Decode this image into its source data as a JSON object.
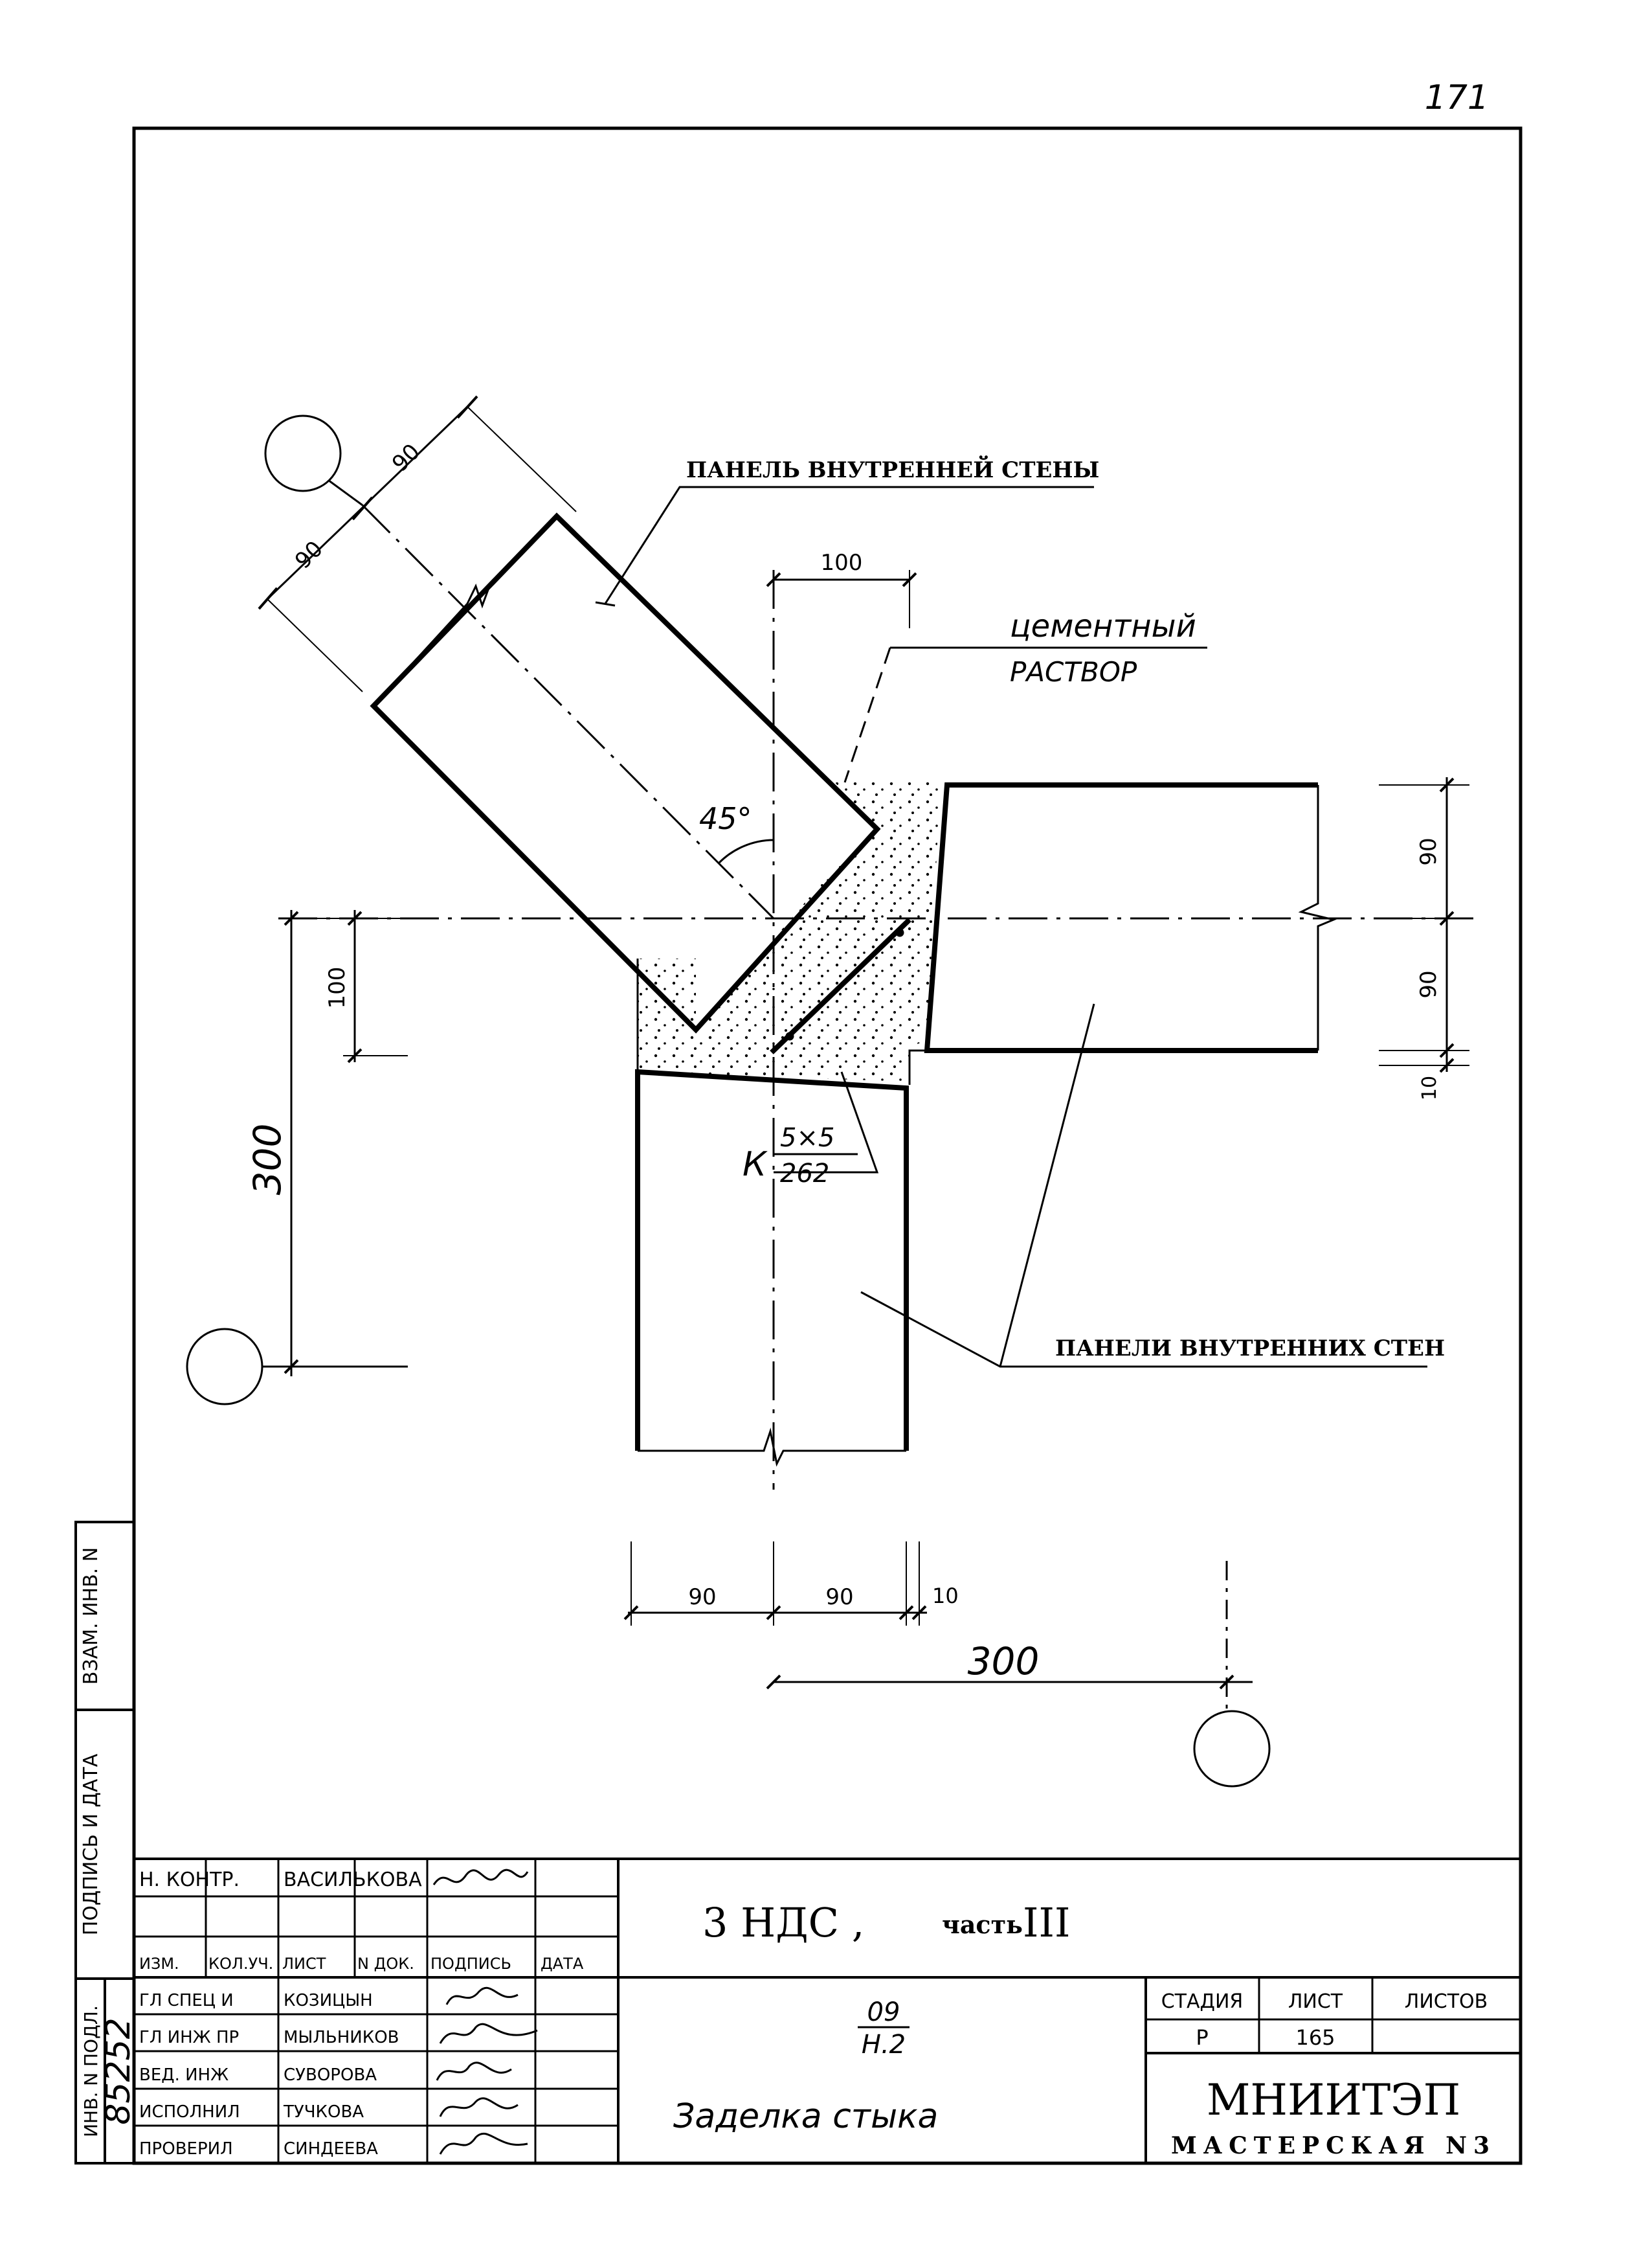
{
  "page_number": "171",
  "labels": {
    "inner_wall_panel": "ПАНЕЛЬ ВНУТРЕННЕЙ СТЕНЫ",
    "inner_wall_panels": "ПАНЕЛИ ВНУТРЕННИХ СТЕН",
    "mortar_line1": "цементный",
    "mortar_line2": "РАСТВОР",
    "angle": "45°",
    "weld_prefix": "К",
    "weld_top": "5×5",
    "weld_bottom": "262"
  },
  "dimensions": {
    "diag_90_a": "90",
    "diag_90_b": "90",
    "top_100": "100",
    "right_90_a": "90",
    "right_90_b": "90",
    "right_10": "10",
    "left_100": "100",
    "left_300": "300",
    "bottom_90_a": "90",
    "bottom_90_b": "90",
    "bottom_10": "10",
    "bottom_300": "300"
  },
  "side_stamp": {
    "col1": "ИНВ. N ПОДЛ.",
    "col2": "ПОДПИСЬ И ДАТА",
    "col3": "ВЗАМ. ИНВ. N",
    "handwritten_number": "85252"
  },
  "title_block": {
    "norm_control_role": "Н. КОНТР.",
    "norm_control_name": "ВАСИЛЬКОВА",
    "headers": [
      "ИЗМ.",
      "КОЛ.УЧ.",
      "ЛИСТ",
      "N ДОК.",
      "ПОДПИСЬ",
      "ДАТА"
    ],
    "staff": [
      {
        "role": "ГЛ СПЕЦ И",
        "name": "КОЗИЦЫН"
      },
      {
        "role": "ГЛ ИНЖ ПР",
        "name": "МЫЛЬНИКОВ"
      },
      {
        "role": "ВЕД. ИНЖ",
        "name": "СУВОРОВА"
      },
      {
        "role": "ИСПОЛНИЛ",
        "name": "ТУЧКОВА"
      },
      {
        "role": "ПРОВЕРИЛ",
        "name": "СИНДЕЕВА"
      }
    ],
    "project_title": "3 НДС ,",
    "part_label": "часть",
    "part_number": "III",
    "code_top": "09",
    "code_bottom": "Н.2",
    "drawing_name": "Заделка стыка",
    "stage_header": "СТАДИЯ",
    "sheet_header": "ЛИСТ",
    "sheets_header": "ЛИСТОВ",
    "stage_value": "Р",
    "sheet_value": "165",
    "sheets_value": "",
    "organization": "МНИИТЭП",
    "workshop": "МАСТЕРСКАЯ N3"
  }
}
